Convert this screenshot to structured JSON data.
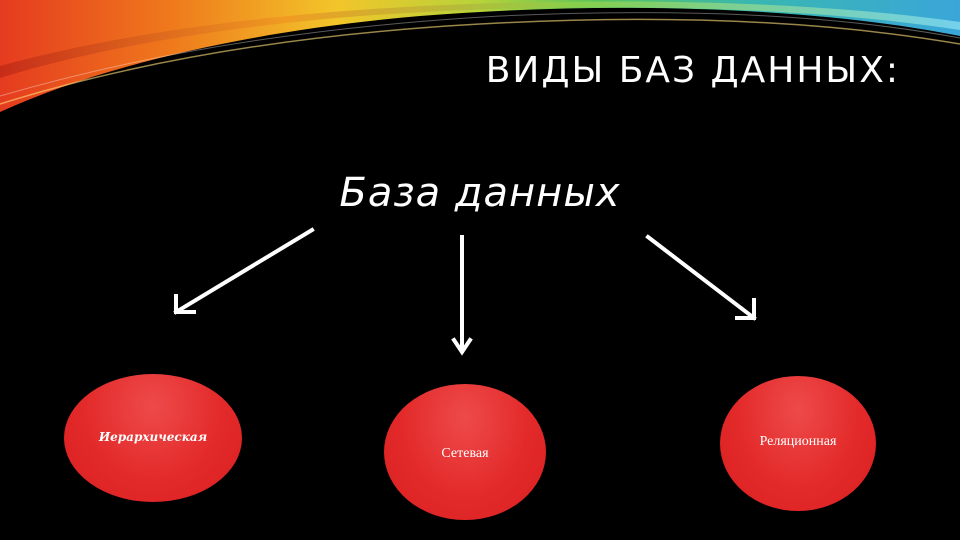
{
  "slide": {
    "title": "ВИДЫ БАЗ ДАННЫХ:",
    "root_label": "База данных",
    "children": [
      {
        "label": "Иерархическая"
      },
      {
        "label": "Сетевая"
      },
      {
        "label": "Реляционная"
      }
    ]
  },
  "colors": {
    "background": "#000000",
    "text": "#ffffff",
    "node_fill": "#e32a2a",
    "arrow": "#ffffff"
  },
  "decor": {
    "ribbon": "rainbow-swoosh"
  }
}
